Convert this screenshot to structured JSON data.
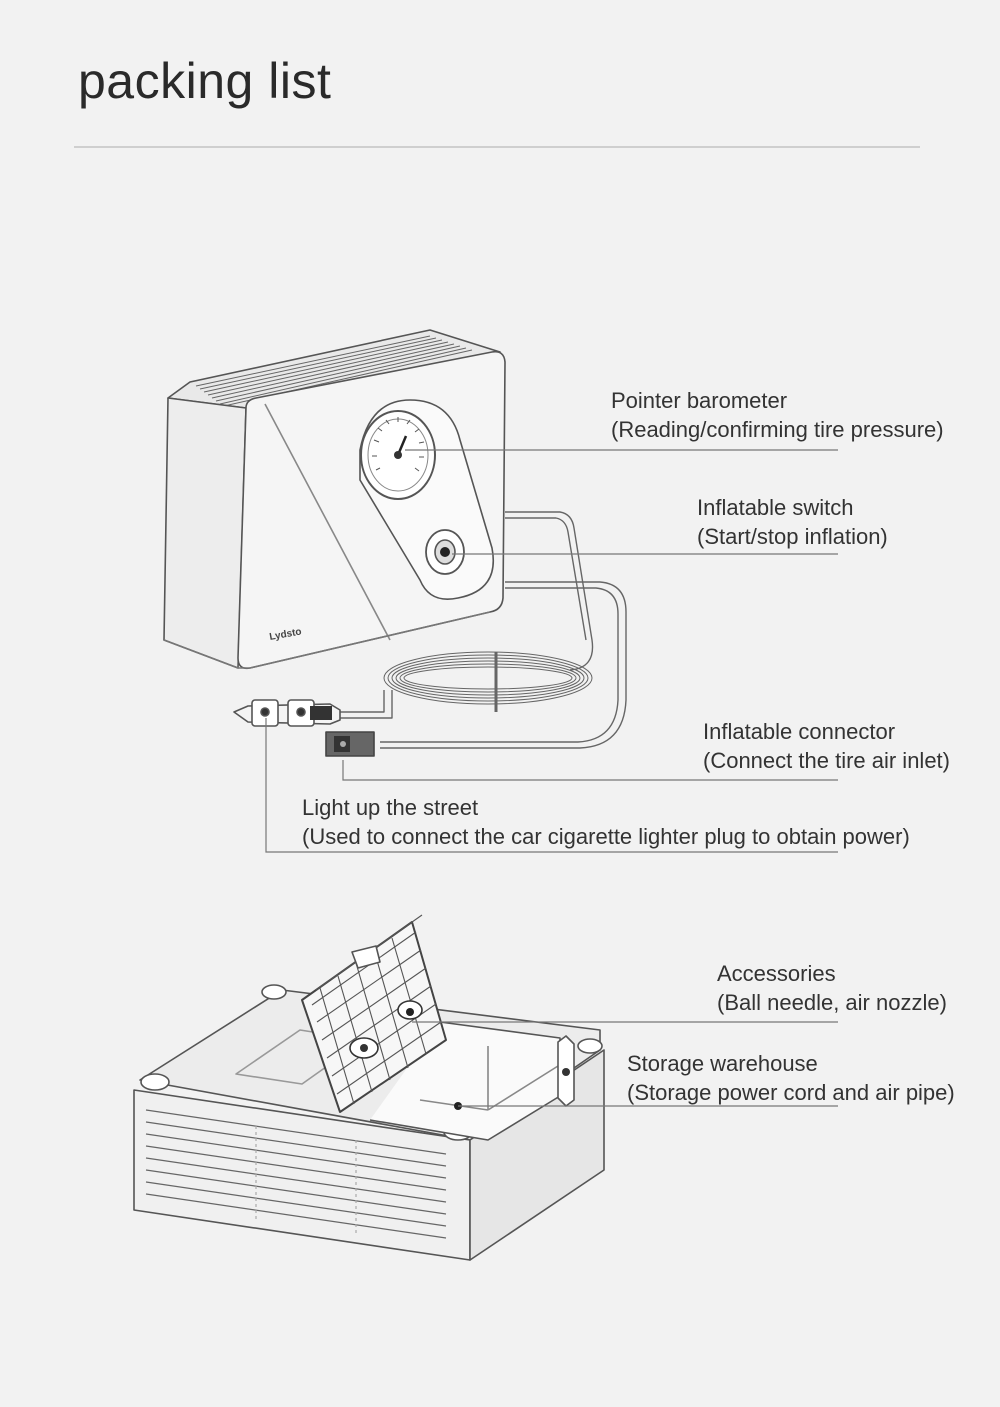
{
  "page": {
    "title": "packing list"
  },
  "device": {
    "brand": "Lydsto"
  },
  "callouts": [
    {
      "name": "Pointer barometer",
      "desc": "(Reading/confirming tire pressure)"
    },
    {
      "name": "Inflatable switch",
      "desc": "(Start/stop inflation)"
    },
    {
      "name": "Inflatable connector",
      "desc": "(Connect the tire air inlet)"
    },
    {
      "name": "Light up the street",
      "desc": "(Used to connect the car cigarette lighter plug to obtain power)"
    },
    {
      "name": "Accessories",
      "desc": "(Ball needle, air nozzle)"
    },
    {
      "name": "Storage warehouse",
      "desc": "(Storage power cord and air pipe)"
    }
  ],
  "colors": {
    "background": "#f2f2f2",
    "line": "#555555",
    "rule": "#cfcfcf"
  }
}
